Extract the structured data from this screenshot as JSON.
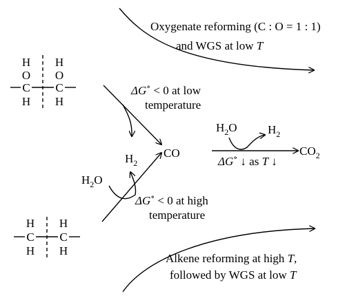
{
  "oxygenate_route": {
    "line1": "Oxygenate reforming (C : O = 1 : 1)",
    "line2_prefix": "and WGS at low ",
    "line2_var": "T"
  },
  "alkene_route": {
    "line1_prefix": "Alkene reforming at high ",
    "line1_var": "T",
    "line1_suffix": ",",
    "line2_prefix": "followed by WGS at low ",
    "line2_var": "T"
  },
  "low_temp_condition": {
    "symbol": "ΔG",
    "sup": "∘",
    "relation": " < 0 at low",
    "line2": "temperature"
  },
  "high_temp_condition": {
    "symbol": "ΔG",
    "sup": "∘",
    "relation": " < 0 at high",
    "line2": "temperature"
  },
  "wgs": {
    "reactant_water": "H",
    "reactant_water_sub": "2",
    "reactant_water_tail": "O",
    "product_h2": "H",
    "product_h2_sub": "2",
    "start": "CO",
    "end": "CO",
    "end_sub": "2",
    "condition_symbol": "ΔG",
    "condition_sup": "∘",
    "condition_text": " ↓ as ",
    "condition_var": "T",
    "condition_tail": " ↓"
  },
  "reforming_side": {
    "water": "H",
    "water_sub": "2",
    "water_tail": "O",
    "hydrogen": "H",
    "hydrogen_sub": "2",
    "product": "CO"
  },
  "oxygenate_molecule": {
    "row1": [
      "H",
      "H"
    ],
    "row2": [
      "O",
      "O"
    ],
    "row3": [
      "C",
      "C"
    ],
    "row4": [
      "H",
      "H"
    ]
  },
  "alkene_molecule": {
    "row1": [
      "H",
      "H"
    ],
    "row2": [
      "C",
      "C"
    ],
    "row3": [
      "H",
      "H"
    ]
  }
}
